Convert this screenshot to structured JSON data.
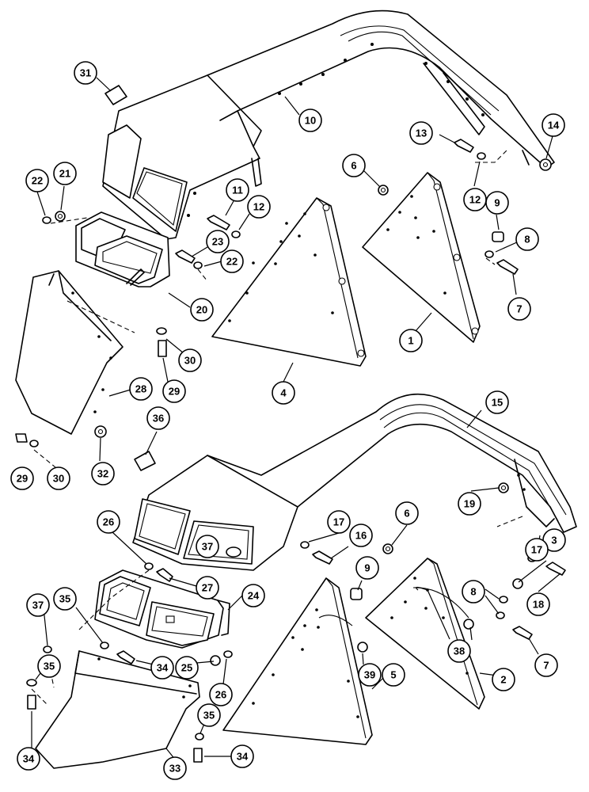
{
  "callouts": [
    {
      "id": "c1",
      "label": "1"
    },
    {
      "id": "c2",
      "label": "2"
    },
    {
      "id": "c3",
      "label": "3"
    },
    {
      "id": "c4",
      "label": "4"
    },
    {
      "id": "c5",
      "label": "5"
    },
    {
      "id": "c6a",
      "label": "6"
    },
    {
      "id": "c6b",
      "label": "6"
    },
    {
      "id": "c7a",
      "label": "7"
    },
    {
      "id": "c7b",
      "label": "7"
    },
    {
      "id": "c8a",
      "label": "8"
    },
    {
      "id": "c8b",
      "label": "8"
    },
    {
      "id": "c9a",
      "label": "9"
    },
    {
      "id": "c9b",
      "label": "9"
    },
    {
      "id": "c10",
      "label": "10"
    },
    {
      "id": "c11",
      "label": "11"
    },
    {
      "id": "c12a",
      "label": "12"
    },
    {
      "id": "c12b",
      "label": "12"
    },
    {
      "id": "c13",
      "label": "13"
    },
    {
      "id": "c14",
      "label": "14"
    },
    {
      "id": "c15",
      "label": "15"
    },
    {
      "id": "c16",
      "label": "16"
    },
    {
      "id": "c17a",
      "label": "17"
    },
    {
      "id": "c17b",
      "label": "17"
    },
    {
      "id": "c18",
      "label": "18"
    },
    {
      "id": "c19",
      "label": "19"
    },
    {
      "id": "c20",
      "label": "20"
    },
    {
      "id": "c21",
      "label": "21"
    },
    {
      "id": "c22a",
      "label": "22"
    },
    {
      "id": "c22b",
      "label": "22"
    },
    {
      "id": "c23",
      "label": "23"
    },
    {
      "id": "c24",
      "label": "24"
    },
    {
      "id": "c25",
      "label": "25"
    },
    {
      "id": "c26a",
      "label": "26"
    },
    {
      "id": "c26b",
      "label": "26"
    },
    {
      "id": "c27",
      "label": "27"
    },
    {
      "id": "c28",
      "label": "28"
    },
    {
      "id": "c29a",
      "label": "29"
    },
    {
      "id": "c29b",
      "label": "29"
    },
    {
      "id": "c30a",
      "label": "30"
    },
    {
      "id": "c30b",
      "label": "30"
    },
    {
      "id": "c31",
      "label": "31"
    },
    {
      "id": "c32",
      "label": "32"
    },
    {
      "id": "c33",
      "label": "33"
    },
    {
      "id": "c34a",
      "label": "34"
    },
    {
      "id": "c34b",
      "label": "34"
    },
    {
      "id": "c34c",
      "label": "34"
    },
    {
      "id": "c35a",
      "label": "35"
    },
    {
      "id": "c35b",
      "label": "35"
    },
    {
      "id": "c35c",
      "label": "35"
    },
    {
      "id": "c36",
      "label": "36"
    },
    {
      "id": "c37a",
      "label": "37"
    },
    {
      "id": "c37b",
      "label": "37"
    },
    {
      "id": "c38",
      "label": "38"
    },
    {
      "id": "c39",
      "label": "39"
    }
  ]
}
